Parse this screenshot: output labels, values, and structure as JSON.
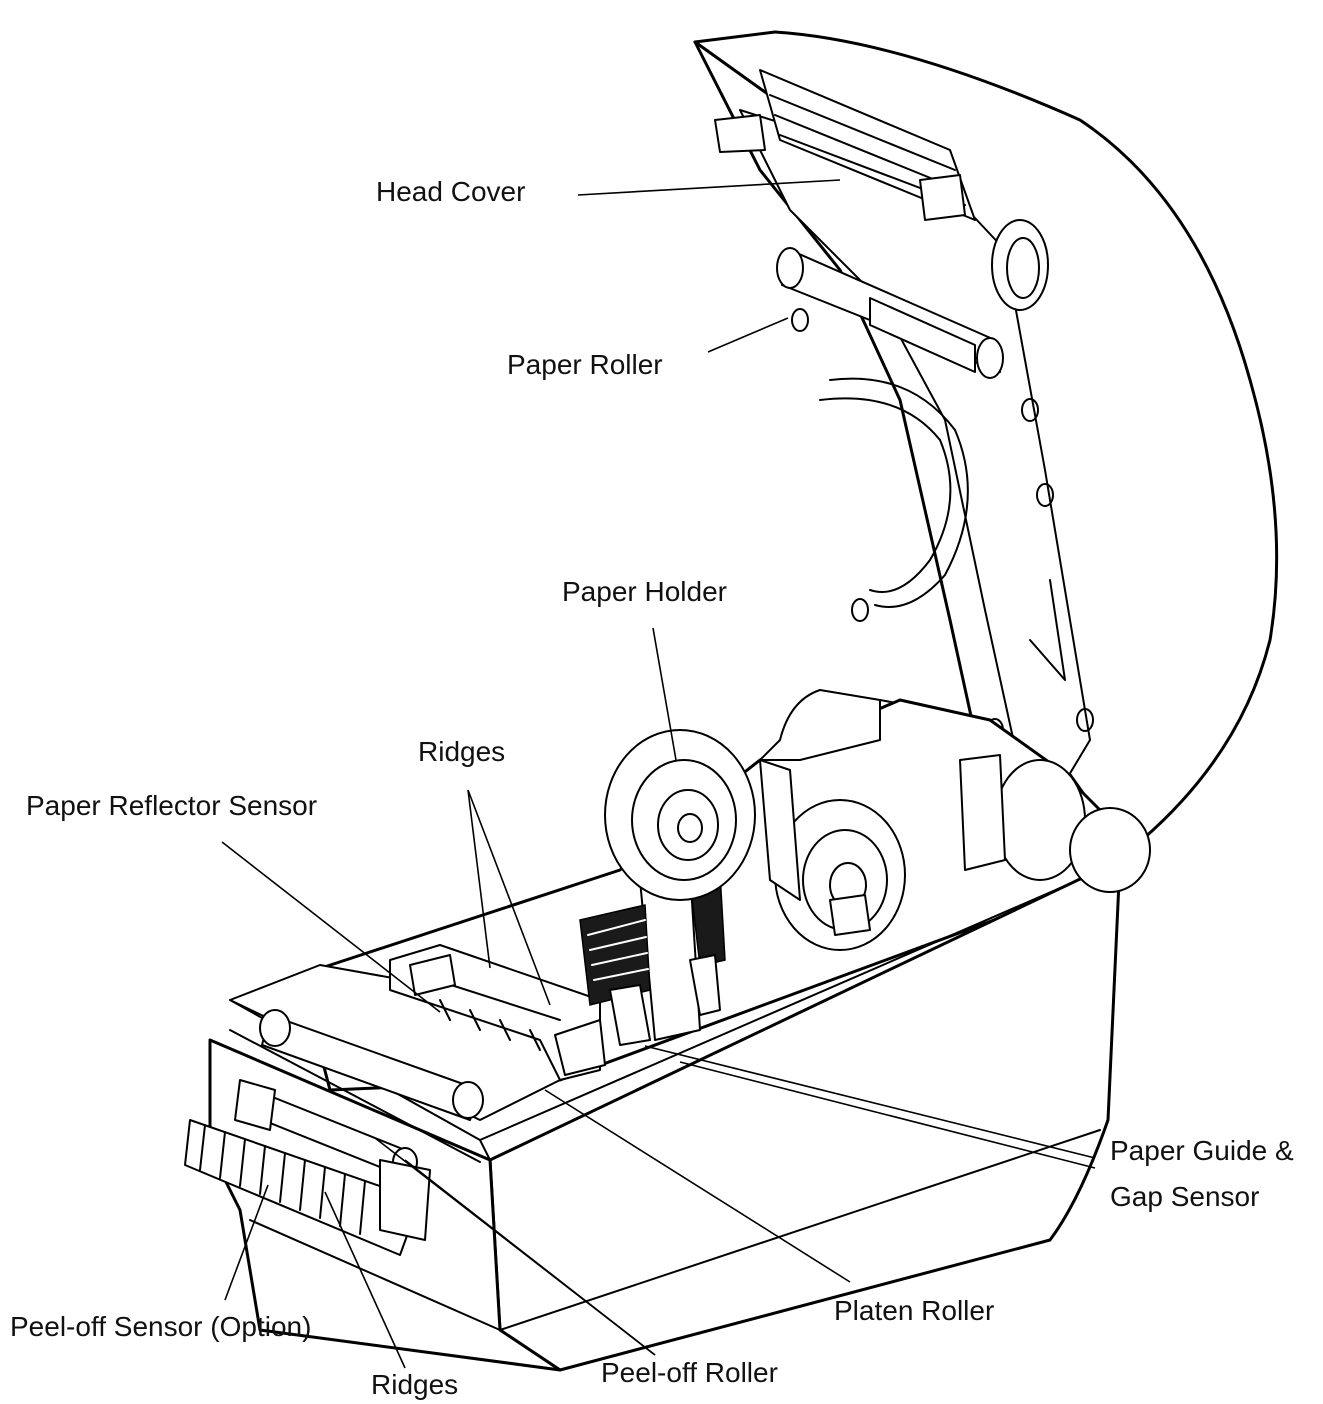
{
  "labels": {
    "head_cover": "Head Cover",
    "paper_roller": "Paper Roller",
    "paper_holder": "Paper Holder",
    "ridges_top": "Ridges",
    "paper_reflector_sensor": "Paper Reflector Sensor",
    "paper_guide_line1": "Paper Guide &",
    "paper_guide_line2": "Gap Sensor",
    "platen_roller": "Platen Roller",
    "peel_off_sensor": "Peel-off Sensor (Option)",
    "peel_off_roller": "Peel-off Roller",
    "ridges_bottom": "Ridges"
  }
}
